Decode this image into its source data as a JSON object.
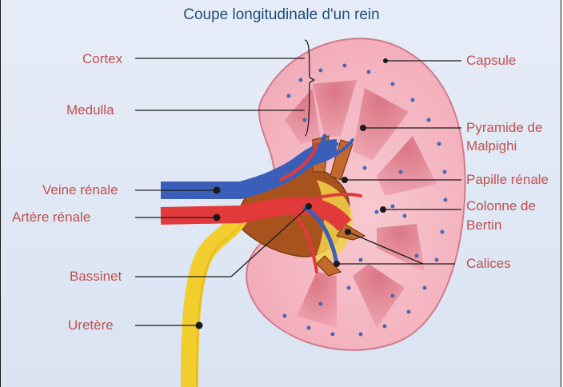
{
  "title": "Coupe longitudinale d'un rein",
  "labels": {
    "cortex": "Cortex",
    "medulla": "Medulla",
    "veine": "Veine rénale",
    "artere": "Artère rénale",
    "bassinet": "Bassinet",
    "uretere": "Uretère",
    "capsule": "Capsule",
    "pyramide_1": "Pyramide de",
    "pyramide_2": "Malpighi",
    "papille": "Papille rénale",
    "colonne_1": "Colonne de",
    "colonne_2": "Bertin",
    "calices": "Calices"
  },
  "colors": {
    "label": "#c0504d",
    "title": "#1f4f78",
    "cortex": "#f2b6c0",
    "medulla": "#e48a99",
    "vein": "#3b5fb8",
    "artery": "#e23a3a",
    "pelvis": "#a8531e",
    "ureter": "#f2cd2e"
  }
}
